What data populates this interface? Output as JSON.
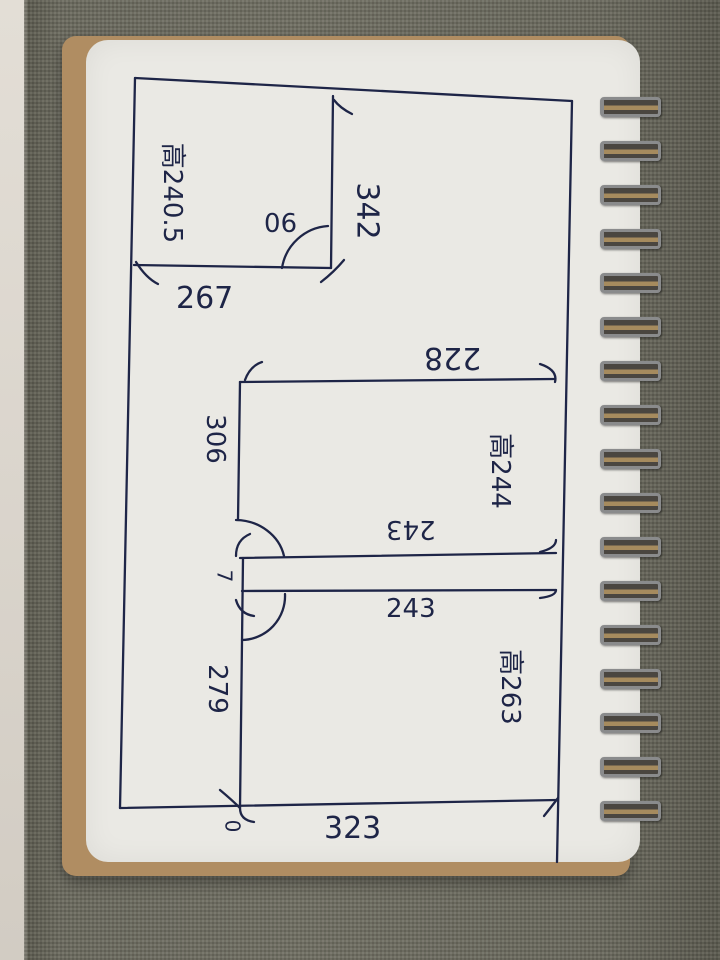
{
  "scene": {
    "description": "Photo of a hand-drawn floor plan sketch in blue ink on a spiral notebook resting on a gray fabric surface",
    "colors": {
      "ink": "#1e2547",
      "paper": "#eae9e4",
      "notebook_cover": "#b08d62",
      "fabric": "#6e6d61",
      "spiral_wire": "#8a8b8c"
    },
    "spiral_ring_count": 17
  },
  "sketch": {
    "top_room": {
      "height_label": "高240.5",
      "width_label": "267",
      "side_label": "342",
      "door_angle_label": "90"
    },
    "upper_right_room": {
      "width_label": "228",
      "side_label": "306",
      "height_label": "高244",
      "corridor_upper_label": "243"
    },
    "corridor": {
      "gap_label": "7",
      "lower_label": "243"
    },
    "lower_right_room": {
      "side_label": "279",
      "height_label": "高263",
      "bottom_label": "323",
      "corner_label": "0"
    }
  }
}
